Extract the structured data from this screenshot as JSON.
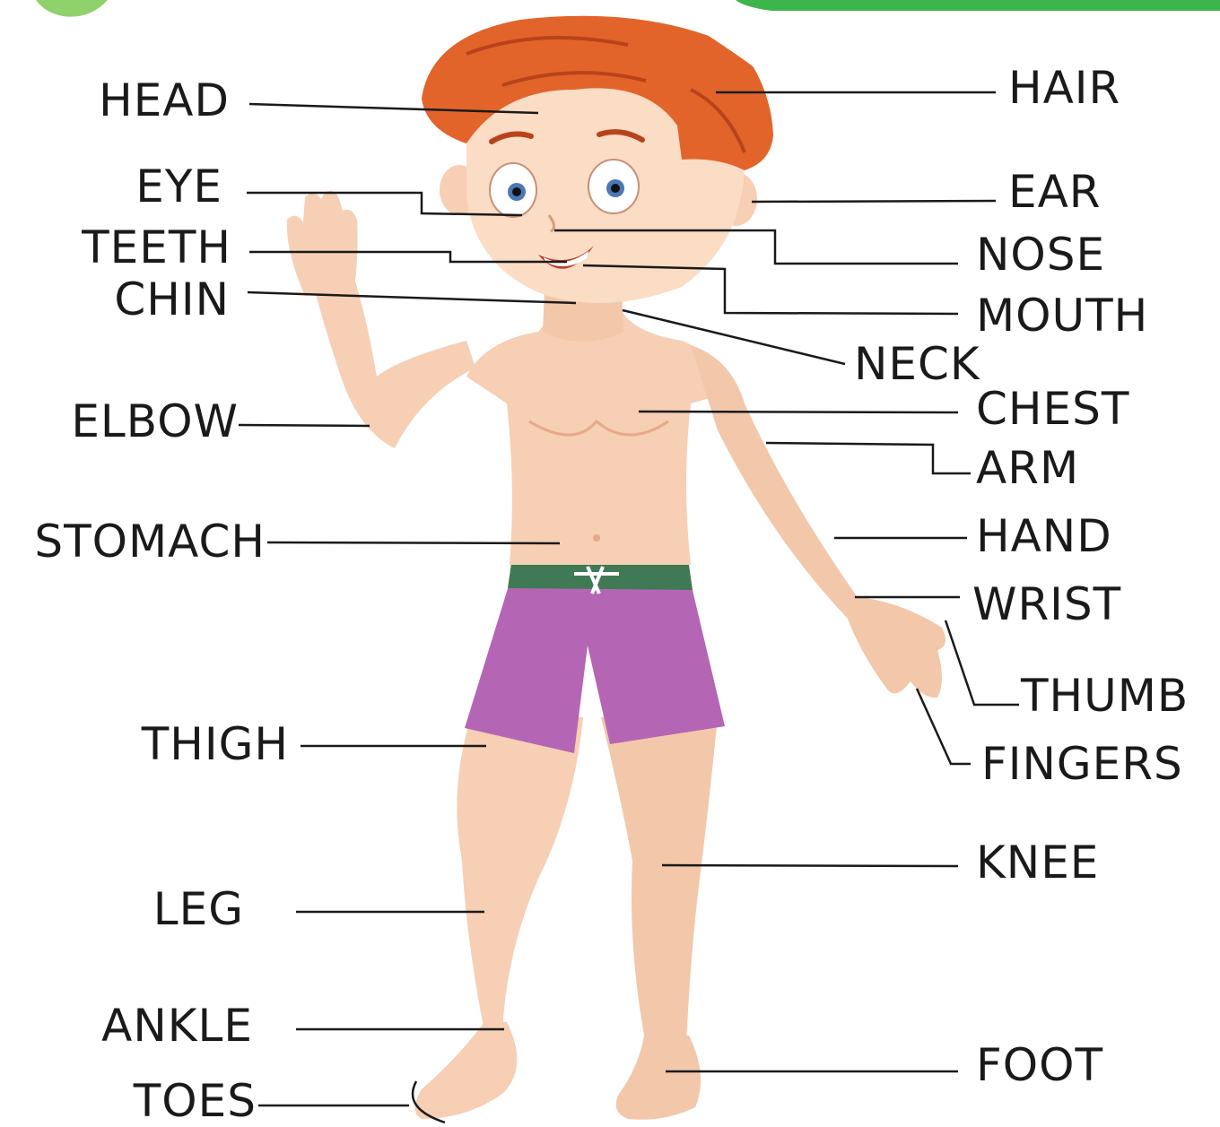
{
  "colors": {
    "skin": "#f6cfb4",
    "skin_shade": "#e6a98a",
    "hair": "#e2642a",
    "hair_dark": "#b8431b",
    "shorts": "#b466b4",
    "waistband": "#3f7a55",
    "accent_green": "#3cb54a",
    "line": "#1a1a1a"
  },
  "labels_left": {
    "head": "HEAD",
    "eye": "EYE",
    "teeth": "TEETH",
    "chin": "CHIN",
    "elbow": "ELBOW",
    "stomach": "STOMACH",
    "thigh": "THIGH",
    "leg": "LEG",
    "ankle": "ANKLE",
    "toes": "TOES"
  },
  "labels_right": {
    "hair": "HAIR",
    "ear": "EAR",
    "nose": "NOSE",
    "mouth": "MOUTH",
    "neck": "NECK",
    "chest": "CHEST",
    "arm": "ARM",
    "hand": "HAND",
    "wrist": "WRIST",
    "thumb": "THUMB",
    "fingers": "FINGERS",
    "knee": "KNEE",
    "foot": "FOOT"
  }
}
